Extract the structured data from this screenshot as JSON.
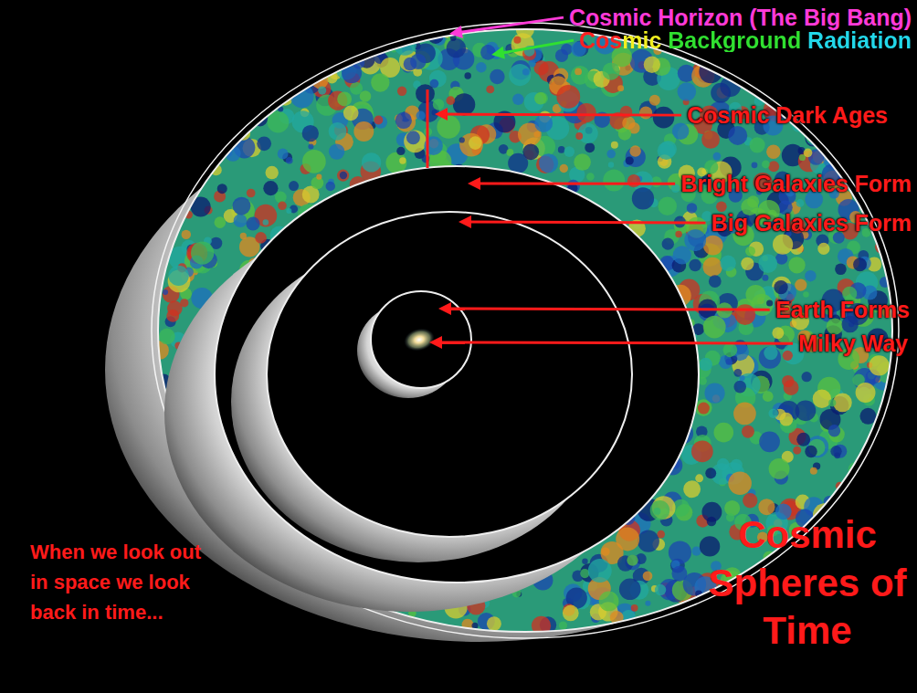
{
  "diagram": {
    "title": "Cosmic Spheres of Time",
    "labels": [
      "Cosmic Horizon (The Big Bang)",
      "Cosmic Background Radiation",
      "Cosmic Dark Ages",
      "Bright Galaxies Form",
      "Big Galaxies Form",
      "Earth Forms",
      "Milky Way",
      "When we look out in space we look back in time..."
    ]
  }
}
